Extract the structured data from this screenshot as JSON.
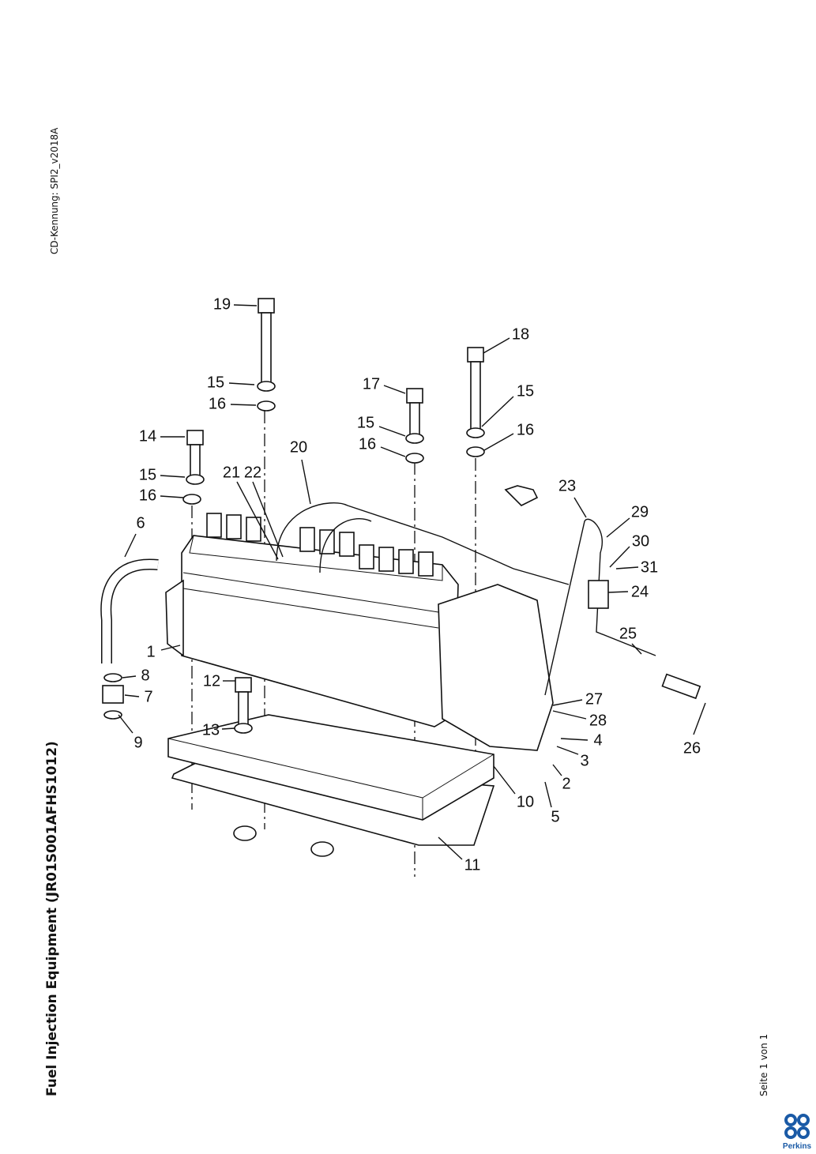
{
  "document": {
    "cd_id": "CD-Kennung: SPI2_v2018A",
    "title": "Fuel Injection Equipment (JR01S001AFHS1012)",
    "page_info": "Seite 1 von 1",
    "logo_text": "Perkins",
    "brand_color": "#1a5aa6"
  },
  "callouts": [
    "19",
    "15",
    "16",
    "14",
    "15",
    "16",
    "6",
    "21",
    "22",
    "20",
    "17",
    "15",
    "16",
    "18",
    "15",
    "16",
    "23",
    "29",
    "30",
    "31",
    "24",
    "25",
    "26",
    "27",
    "28",
    "4",
    "3",
    "2",
    "5",
    "10",
    "11",
    "1",
    "12",
    "13",
    "8",
    "7",
    "9"
  ]
}
